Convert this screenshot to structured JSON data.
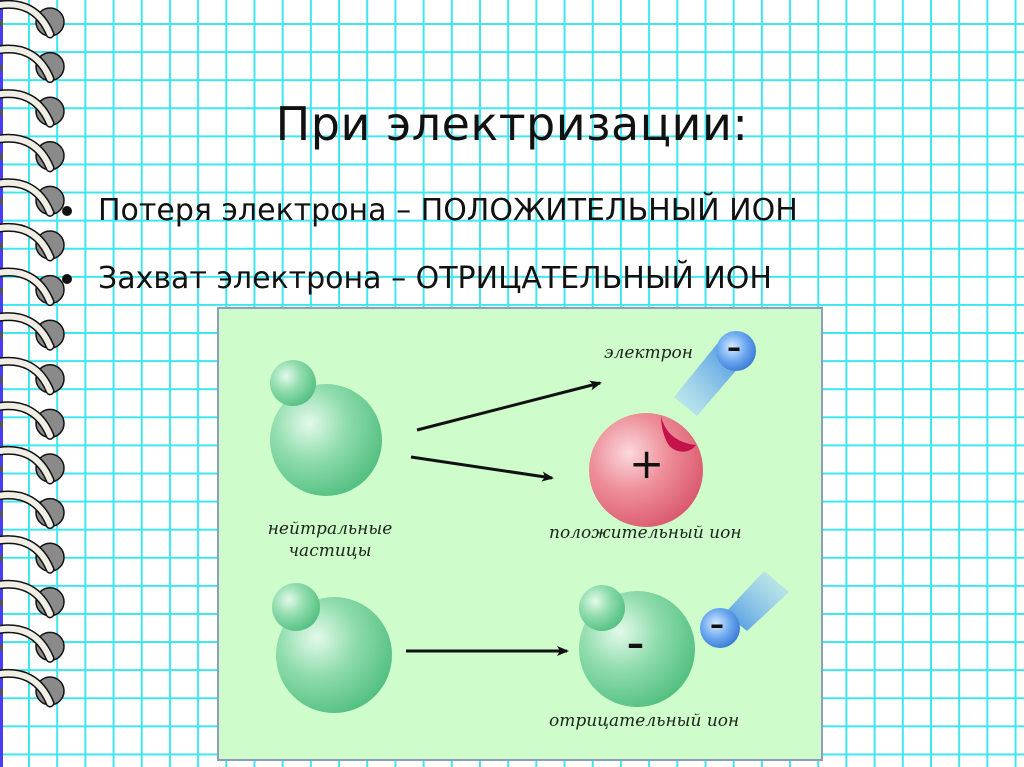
{
  "slide": {
    "title": "При электризации:",
    "bullets": [
      {
        "text": "Потеря электрона – ПОЛОЖИТЕЛЬНЫЙ ИОН"
      },
      {
        "text": "Захват электрона – ОТРИЦАТЕЛЬНЫЙ ИОН"
      }
    ]
  },
  "figure": {
    "labels": {
      "electron": "электрон",
      "neutral_line1": "нейтральные",
      "neutral_line2": "частицы",
      "positive_ion": "положительный ион",
      "negative_ion": "отрицательный ион"
    },
    "signs": {
      "plus": "+",
      "minus": "–"
    }
  },
  "colors": {
    "grid_line": "#3fe6f0",
    "figure_background": "#cffccb",
    "neutral_sphere": "#6ccf95",
    "positive_sphere": "#e8707e",
    "electron": "#3f8ee0"
  }
}
